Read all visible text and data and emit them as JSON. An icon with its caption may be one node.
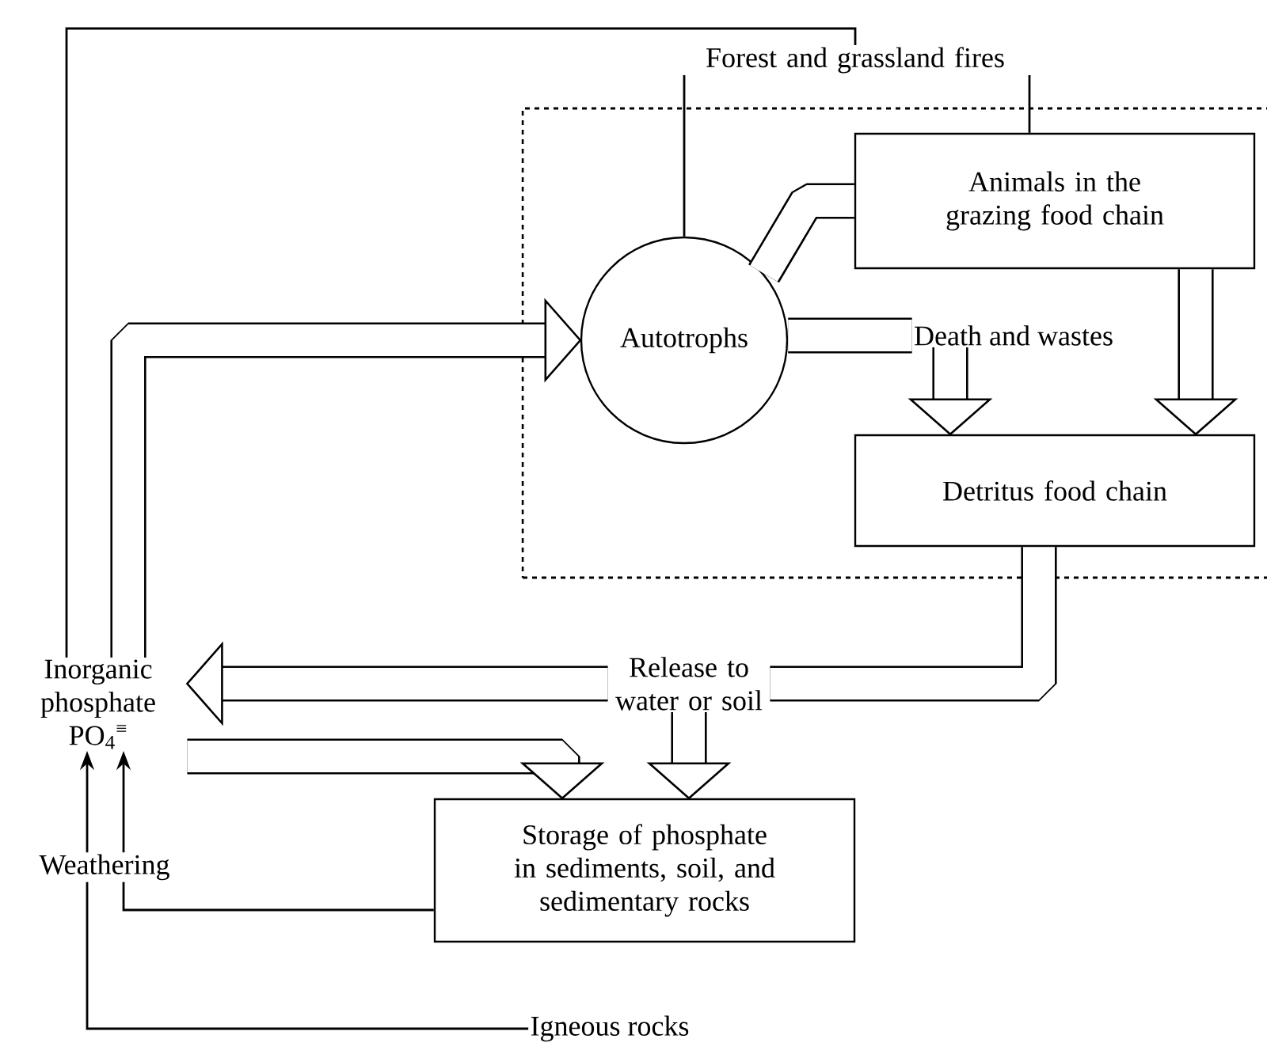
{
  "diagram": {
    "nodes": [
      {
        "text": [
          "Forest and grassland fires"
        ]
      },
      {
        "text": [],
        "shape": "box"
      },
      {
        "text": [
          "Autotrophs"
        ],
        "in": 1
      },
      {
        "text": [
          "Animals in the grazing food chain"
        ],
        "in": 1
      },
      {
        "text": [
          "Death and wastes"
        ],
        "in": 1
      },
      {
        "text": [
          "Detritus food chain"
        ],
        "in": 1
      },
      {
        "text": [
          "Release to water or soil"
        ]
      },
      {
        "text": [
          "Inorganic phosphate PO$_{4}$$^{≡}$"
        ]
      },
      {
        "text": [
          "Weathering"
        ]
      },
      {
        "text": [
          "Storage of phosphate in sediments, soil, and sedimentary rocks"
        ]
      },
      {
        "text": [
          "Igneous rocks"
        ]
      }
    ],
    "edges": [
      {
        "from": 2,
        "to": 0,
        "arrow": "none"
      },
      {
        "from": 3,
        "to": 0,
        "arrow": "none"
      },
      {
        "from": 0,
        "to": 7,
        "arrow": "none"
      },
      {
        "from": 7,
        "to": 2,
        "arrow": "to"
      },
      {
        "from": 3,
        "to": 2,
        "arrow": "none"
      },
      {
        "from": 2,
        "to": 4,
        "arrow": "none"
      },
      {
        "from": 4,
        "to": 5,
        "arrow": "to"
      },
      {
        "from": 3,
        "to": 5,
        "arrow": "to"
      },
      {
        "from": 5,
        "to": 6,
        "arrow": "none"
      },
      {
        "from": 6,
        "to": 7,
        "arrow": "to"
      },
      {
        "from": 6,
        "to": 9,
        "arrow": "to"
      },
      {
        "from": 7,
        "to": 9,
        "arrow": "to"
      },
      {
        "from": 9,
        "to": 8,
        "arrow": "none"
      },
      {
        "from": 10,
        "to": 8,
        "arrow": "none"
      },
      {
        "from": 8,
        "to": 7,
        "arrow": "to"
      },
      {
        "from": 8,
        "to": 7,
        "arrow": "to"
      }
    ]
  }
}
